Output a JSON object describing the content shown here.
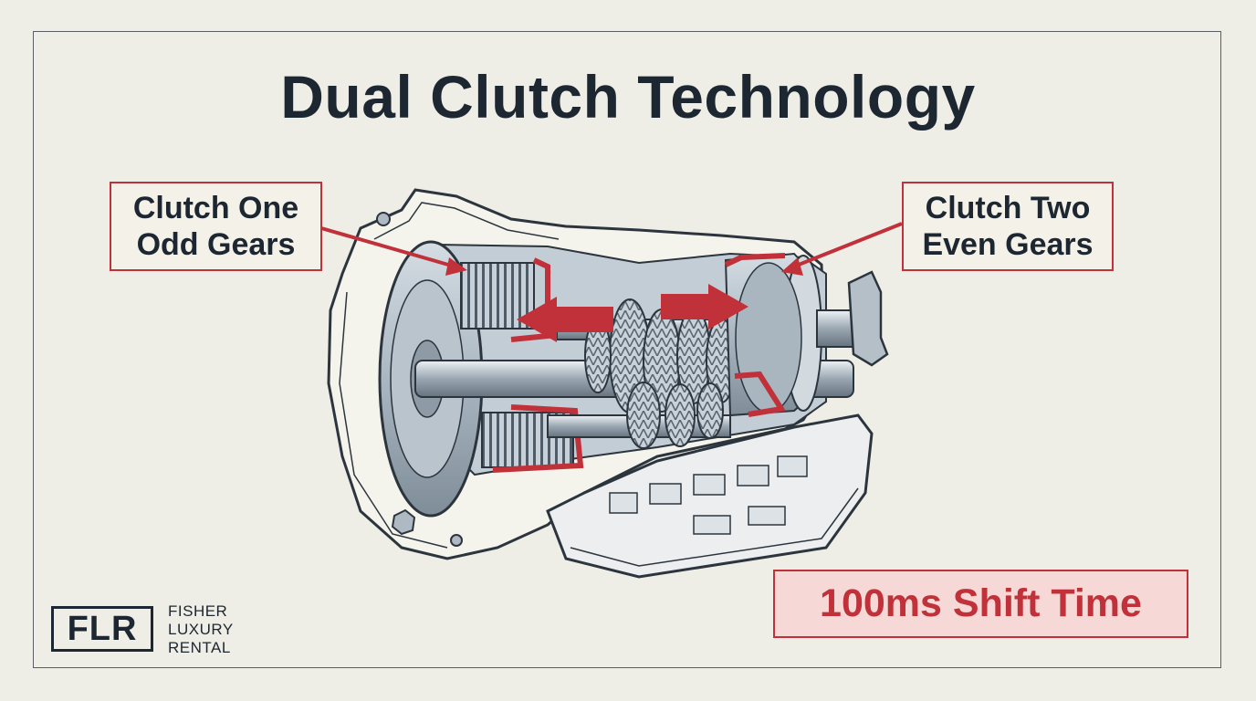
{
  "title": "Dual Clutch Technology",
  "labels": {
    "clutch_one": [
      "Clutch One",
      "Odd Gears"
    ],
    "clutch_two": [
      "Clutch Two",
      "Even Gears"
    ]
  },
  "shift_time": "100ms Shift Time",
  "logo": {
    "mark": "FLR",
    "words": [
      "FISHER",
      "LUXURY",
      "RENTAL"
    ]
  },
  "colors": {
    "accent": "#c0313a",
    "ink": "#1d2731",
    "background": "#efeee6",
    "metal": "#b6c2cc"
  }
}
